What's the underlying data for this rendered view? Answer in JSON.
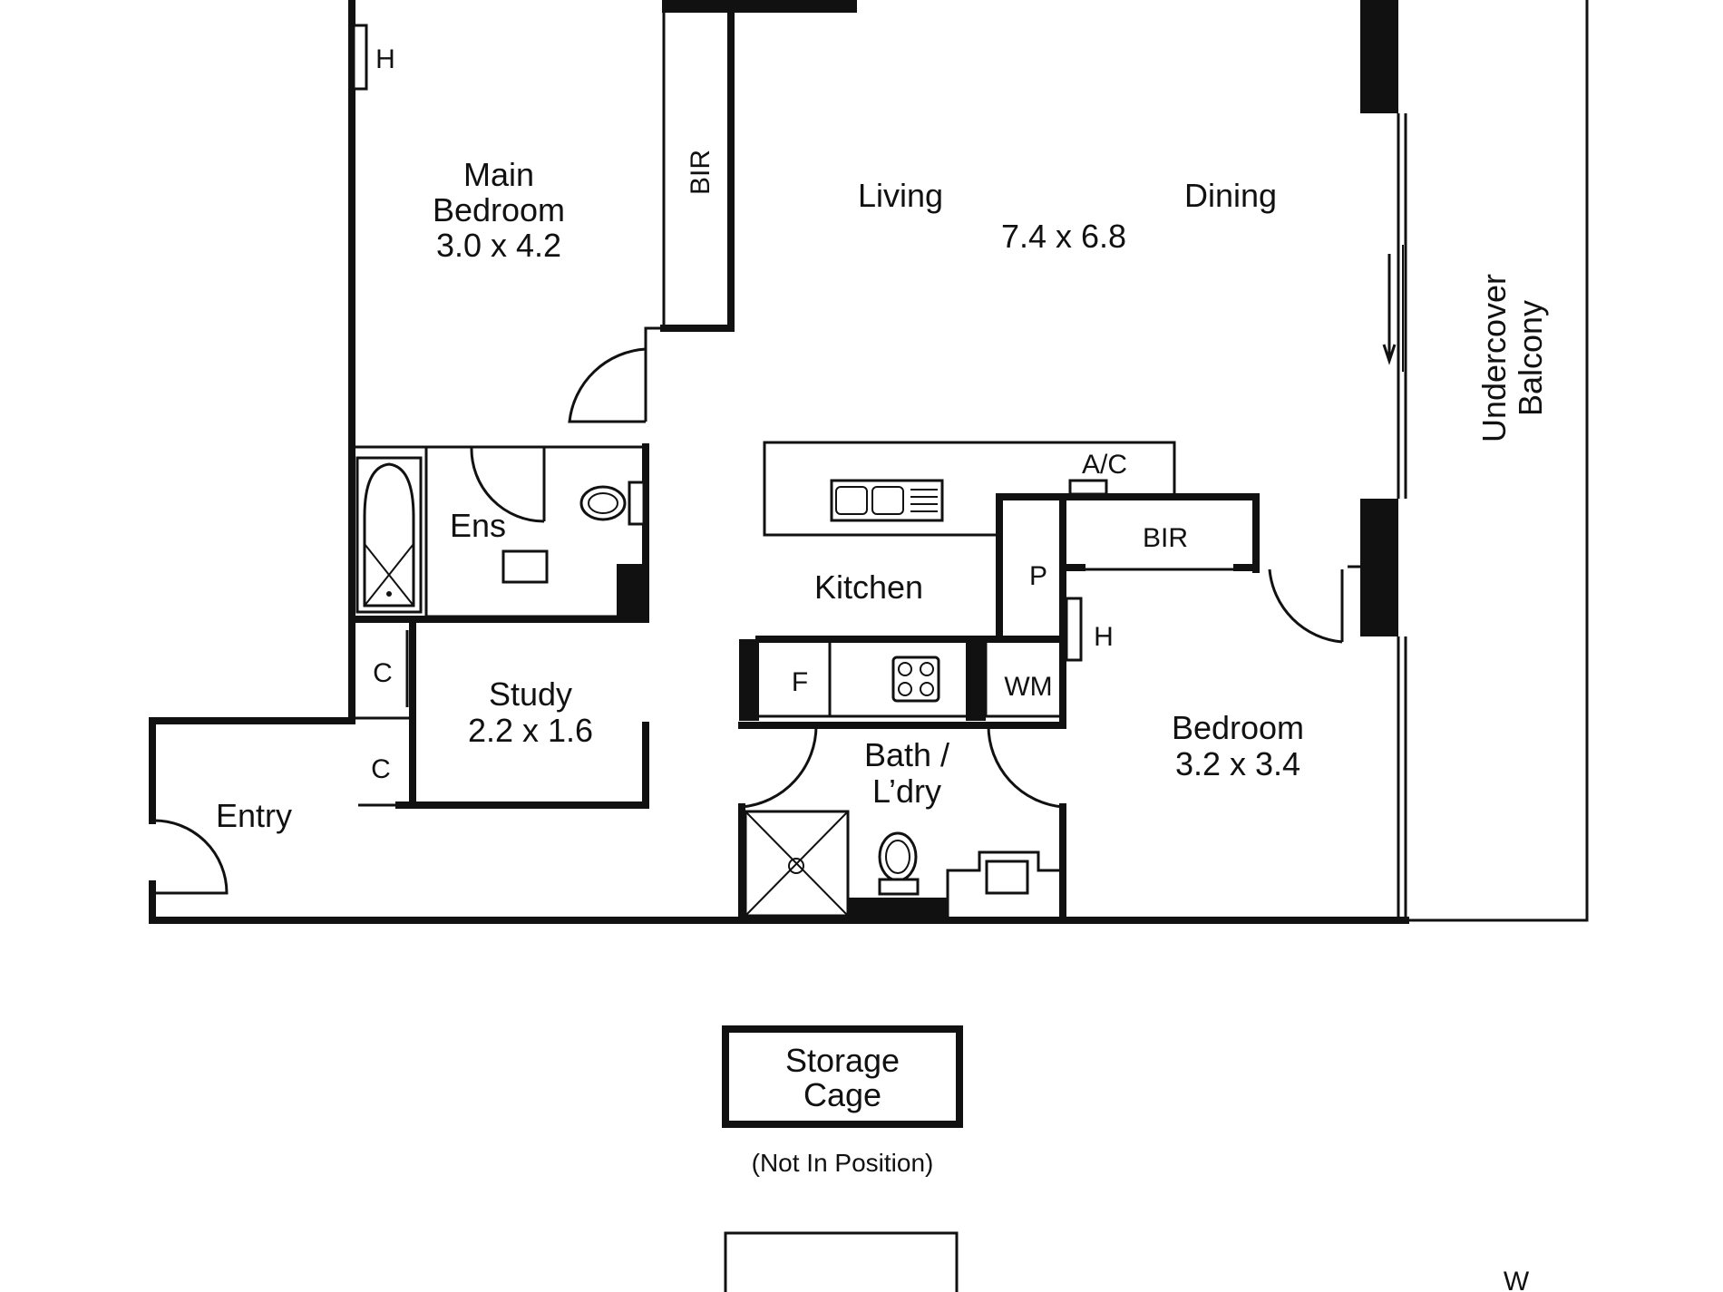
{
  "plan": {
    "rooms": {
      "main_bedroom": {
        "name_line1": "Main",
        "name_line2": "Bedroom",
        "dimensions": "3.0 x 4.2"
      },
      "living_dining": {
        "living": "Living",
        "dining": "Dining",
        "dimensions": "7.4 x 6.8"
      },
      "balcony": {
        "line1": "Undercover",
        "line2": "Balcony"
      },
      "ensuite": {
        "name": "Ens"
      },
      "kitchen": {
        "name": "Kitchen"
      },
      "study": {
        "name": "Study",
        "dimensions": "2.2 x 1.6"
      },
      "entry": {
        "name": "Entry"
      },
      "bath_laundry": {
        "line1": "Bath /",
        "line2": "L’dry"
      },
      "bedroom": {
        "name": "Bedroom",
        "dimensions": "3.2 x 3.4"
      },
      "storage": {
        "line1": "Storage",
        "line2": "Cage",
        "note": "(Not In Position)"
      }
    },
    "fixture_labels": {
      "heater_main": "H",
      "heater_bedroom": "H",
      "bir_main": "BIR",
      "bir_bedroom": "BIR",
      "ac": "A/C",
      "pantry": "P",
      "fridge": "F",
      "washing_machine": "WM",
      "cupboard_1": "C",
      "cupboard_2": "C"
    },
    "compass": "W"
  }
}
